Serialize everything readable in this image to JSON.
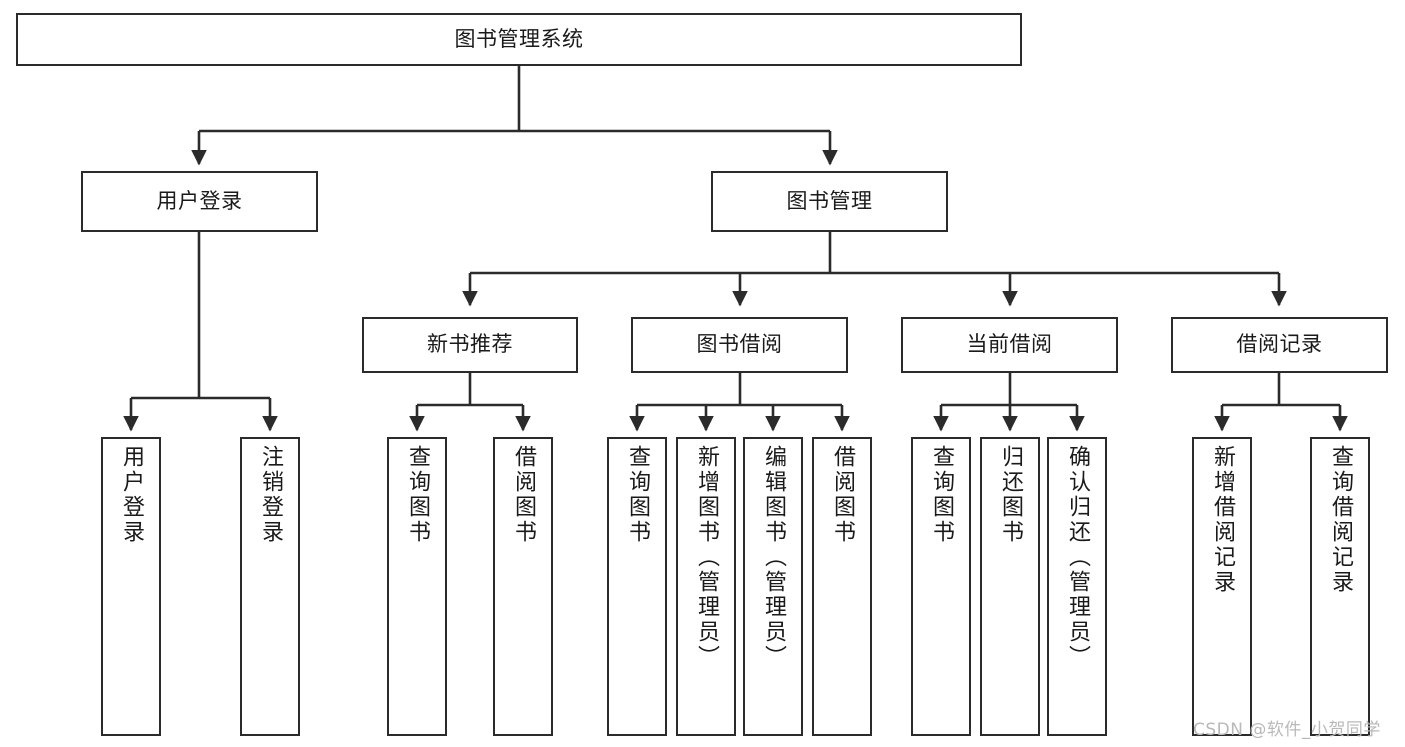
{
  "diagram": {
    "title": "图书管理系统",
    "type": "tree-hierarchy-chart",
    "orientation": "top-down",
    "colors": {
      "box_border": "#2b2b2b",
      "box_fill": "#ffffff",
      "connector": "#2b2b2b",
      "text": "#1a1a1a",
      "watermark": "#b9b9b9",
      "background": "#ffffff"
    }
  },
  "root": {
    "label": "图书管理系统"
  },
  "level2": [
    {
      "label": "用户登录"
    },
    {
      "label": "图书管理"
    }
  ],
  "level3": [
    {
      "label": "新书推荐"
    },
    {
      "label": "图书借阅"
    },
    {
      "label": "当前借阅"
    },
    {
      "label": "借阅记录"
    }
  ],
  "leaves": {
    "user_login": [
      {
        "label": "用户登录"
      },
      {
        "label": "注销登录"
      }
    ],
    "new_book_recommend": [
      {
        "label": "查询图书"
      },
      {
        "label": "借阅图书"
      }
    ],
    "book_borrow": [
      {
        "label": "查询图书"
      },
      {
        "label": "新增图书（管理员）"
      },
      {
        "label": "编辑图书（管理员）"
      },
      {
        "label": "借阅图书"
      }
    ],
    "current_borrow": [
      {
        "label": "查询图书"
      },
      {
        "label": "归还图书"
      },
      {
        "label": "确认归还（管理员）"
      }
    ],
    "borrow_record": [
      {
        "label": "新增借阅记录"
      },
      {
        "label": "查询借阅记录"
      }
    ]
  },
  "watermark": {
    "text": "CSDN @软件_小贺同学"
  }
}
